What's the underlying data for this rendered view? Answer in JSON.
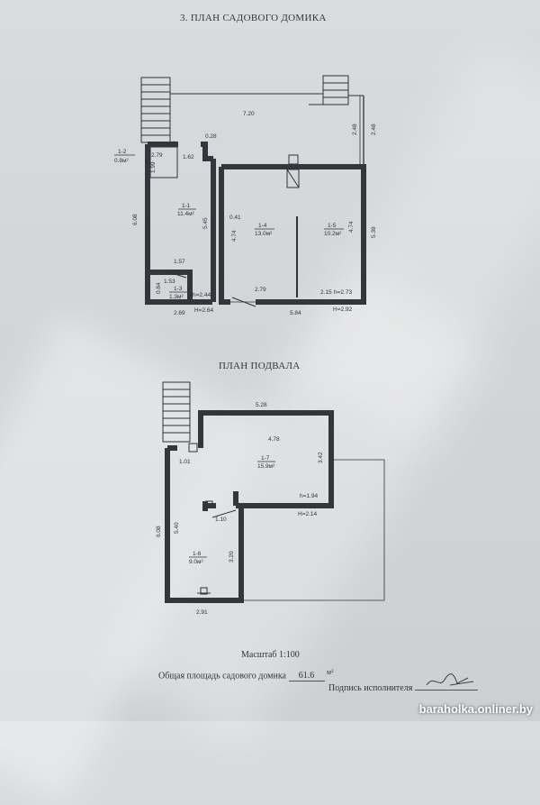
{
  "plan1": {
    "title": "3. ПЛАН САДОВОГО ДОМИКА",
    "dims": {
      "top_width": "7.20",
      "d028": "0.28",
      "d279": "2.79",
      "d162": "1.62",
      "d199": "1.99",
      "d608": "6.08",
      "d545": "5.45",
      "d041": "0.41",
      "d474a": "4.74",
      "d474b": "4.74",
      "d248a": "2.48",
      "d248b": "2.48",
      "d539": "5.39",
      "d157": "1.57",
      "d153": "1.53",
      "d084": "0.84",
      "d279b": "2.79",
      "d215": "2.15",
      "h273": "h=2.73",
      "h244": "h=2.44",
      "d269": "2.69",
      "H264": "H=2.64",
      "d584": "5.84",
      "H292": "H=2.92"
    },
    "rooms": [
      {
        "id": "1-2",
        "area": "0.8м²"
      },
      {
        "id": "1-1",
        "area": "11.4м²"
      },
      {
        "id": "1-4",
        "area": "13.0м²"
      },
      {
        "id": "1-5",
        "area": "10.2м²"
      },
      {
        "id": "1-3",
        "area": "1.3м²"
      }
    ]
  },
  "plan2": {
    "title": "ПЛАН ПОДВАЛА",
    "dims": {
      "d528": "5.28",
      "d478": "4.78",
      "d101": "1.01",
      "d342": "3.42",
      "h194": "h=1.94",
      "d110": "1.10",
      "H214": "H=2.14",
      "d608": "6.08",
      "d540": "5.40",
      "d320": "3.20",
      "d291": "2.91"
    },
    "rooms": [
      {
        "id": "1-7",
        "area": "15.9м²"
      },
      {
        "id": "1-6",
        "area": "9.0м²"
      }
    ]
  },
  "footer": {
    "scale": "Масштаб 1:100",
    "area_label": "Общая площадь садового домика",
    "area_value": "61.6",
    "area_unit": "м²",
    "signature_label": "Подпись исполнителя"
  },
  "watermark": "baraholka.onliner.by"
}
